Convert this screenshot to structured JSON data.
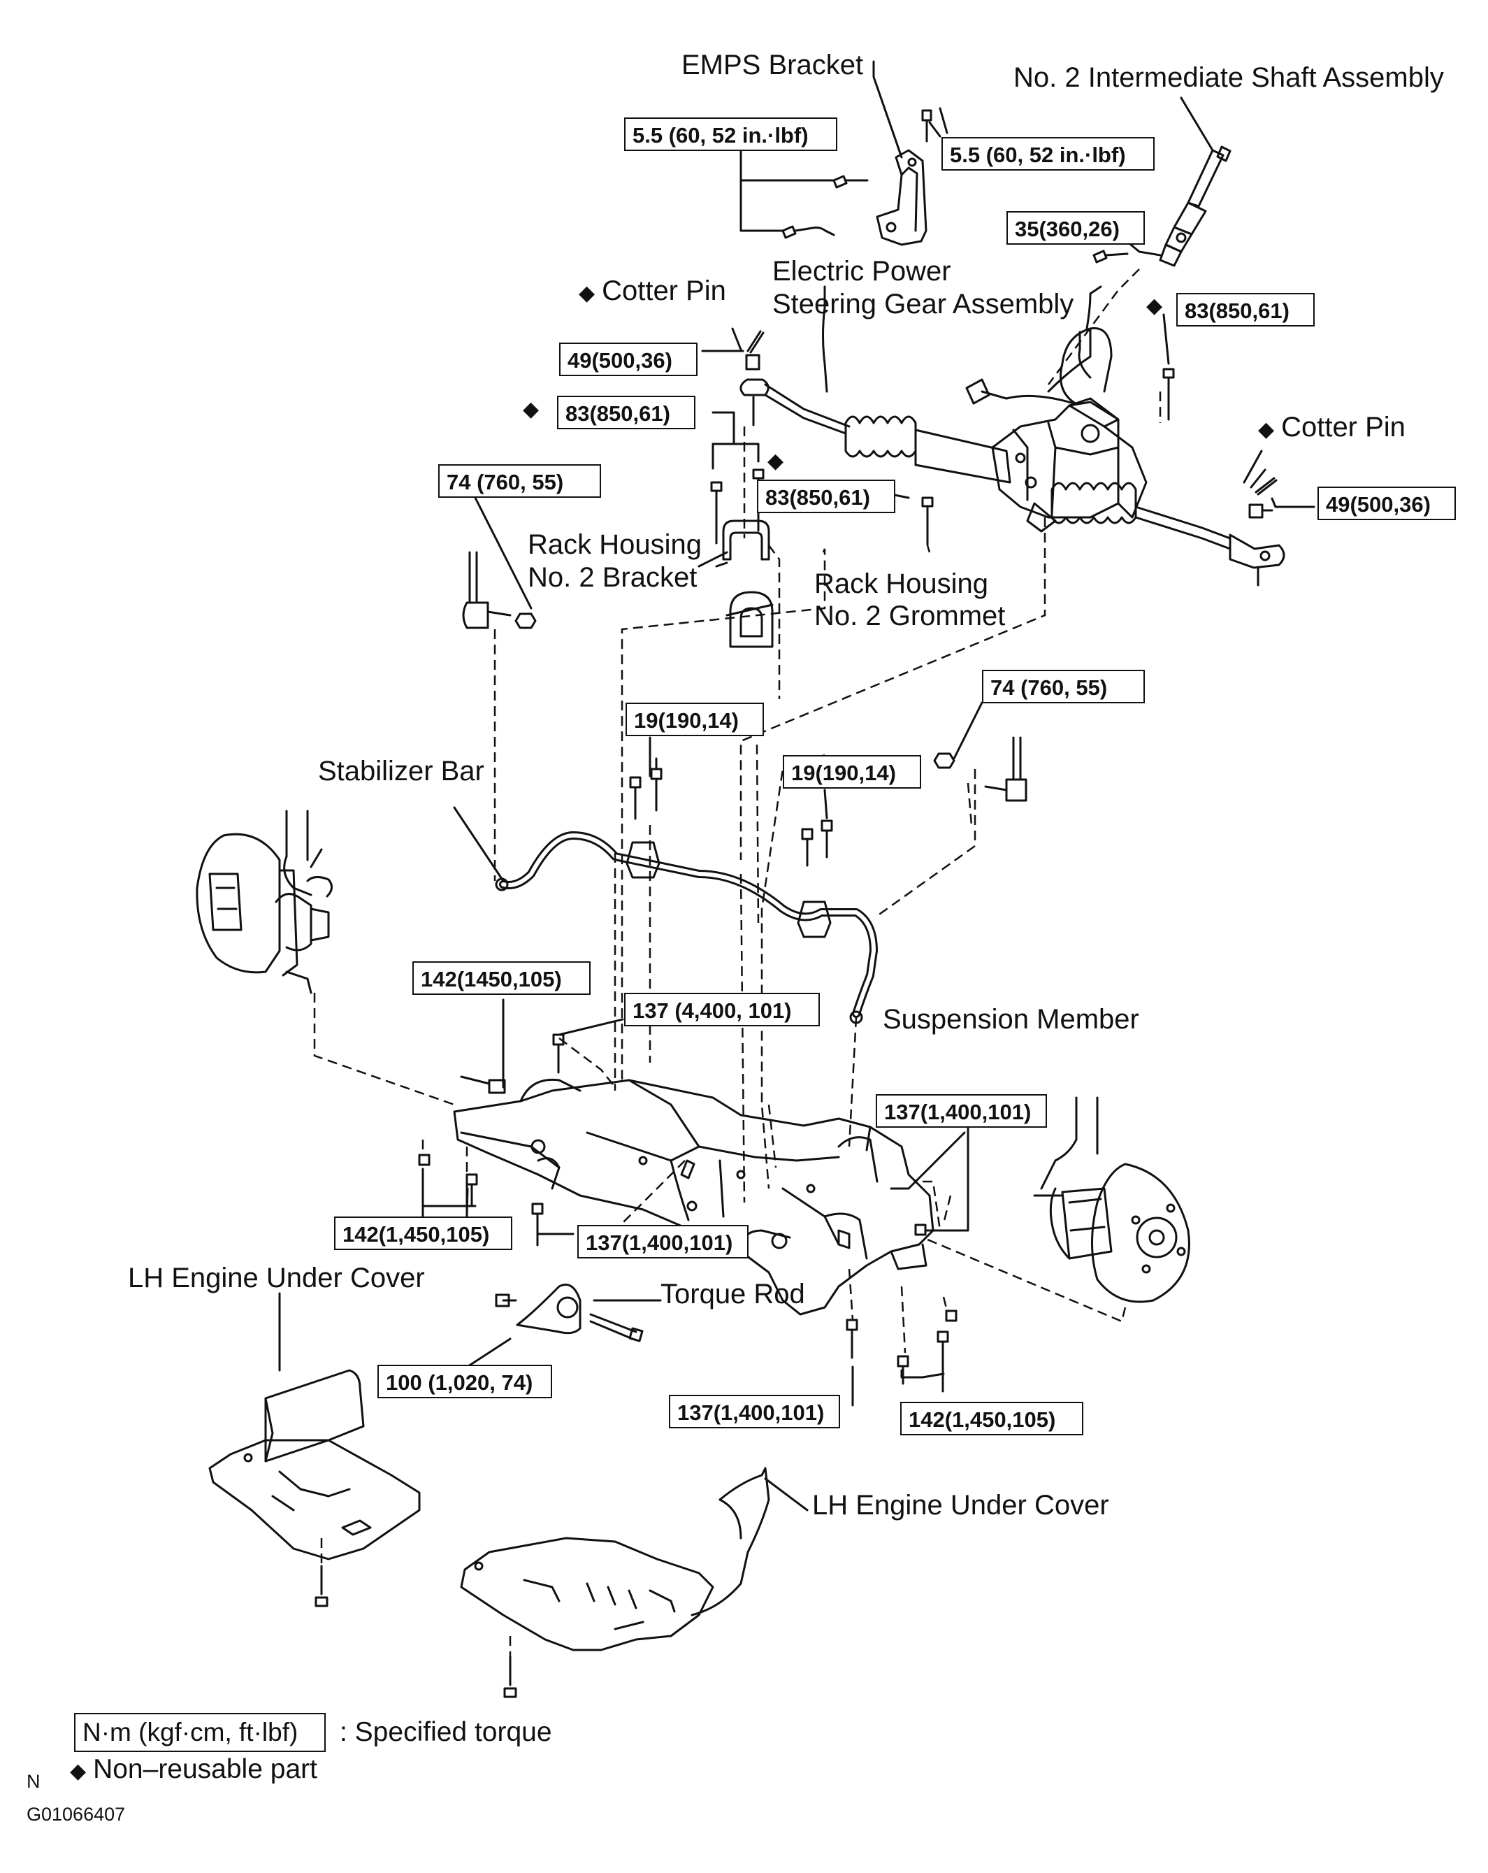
{
  "diamond": "◆",
  "labels": {
    "emps_bracket": "EMPS Bracket",
    "intermediate_shaft": "No. 2 Intermediate Shaft Assembly",
    "steering_gear_1": "Electric Power",
    "steering_gear_2": "Steering Gear Assembly",
    "cotter_pin_left": "Cotter Pin",
    "cotter_pin_right": "Cotter Pin",
    "rack_bracket_1": "Rack Housing",
    "rack_bracket_2": "No. 2 Bracket",
    "rack_grommet_1": "Rack Housing",
    "rack_grommet_2": "No. 2 Grommet",
    "stabilizer_bar": "Stabilizer Bar",
    "suspension_member": "Suspension Member",
    "torque_rod": "Torque Rod",
    "lh_cover_left": "LH Engine Under Cover",
    "lh_cover_right": "LH Engine Under Cover"
  },
  "torques": {
    "emps_left": "5.5 (60, 52 in.·lbf)",
    "emps_right": "5.5 (60, 52 in.·lbf)",
    "shaft": "35(360,26)",
    "gear_right": "83(850,61)",
    "nut_left": "49(500,36)",
    "gear_left": "83(850,61)",
    "gear_center": "83(850,61)",
    "nut_right": "49(500,36)",
    "link_left": "74 (760, 55)",
    "link_right": "74 (760, 55)",
    "stab_left": "19(190,14)",
    "stab_right": "19(190,14)",
    "member_142_top": "142(1450,105)",
    "member_137_top": "137 (4,400, 101)",
    "member_137_right": "137(1,400,101)",
    "member_142_left": "142(1,450,105)",
    "member_137_center": "137(1,400,101)",
    "torque_rod": "100 (1,020, 74)",
    "member_137_bottom": "137(1,400,101)",
    "member_142_bottom": "142(1,450,105)"
  },
  "legend": {
    "torque_box": "N·m (kgf·cm, ft·lbf)",
    "torque_text": ": Specified torque",
    "nonreusable_text": "Non–reusable part"
  },
  "footer": {
    "mark": "N",
    "code": "G01066407"
  }
}
